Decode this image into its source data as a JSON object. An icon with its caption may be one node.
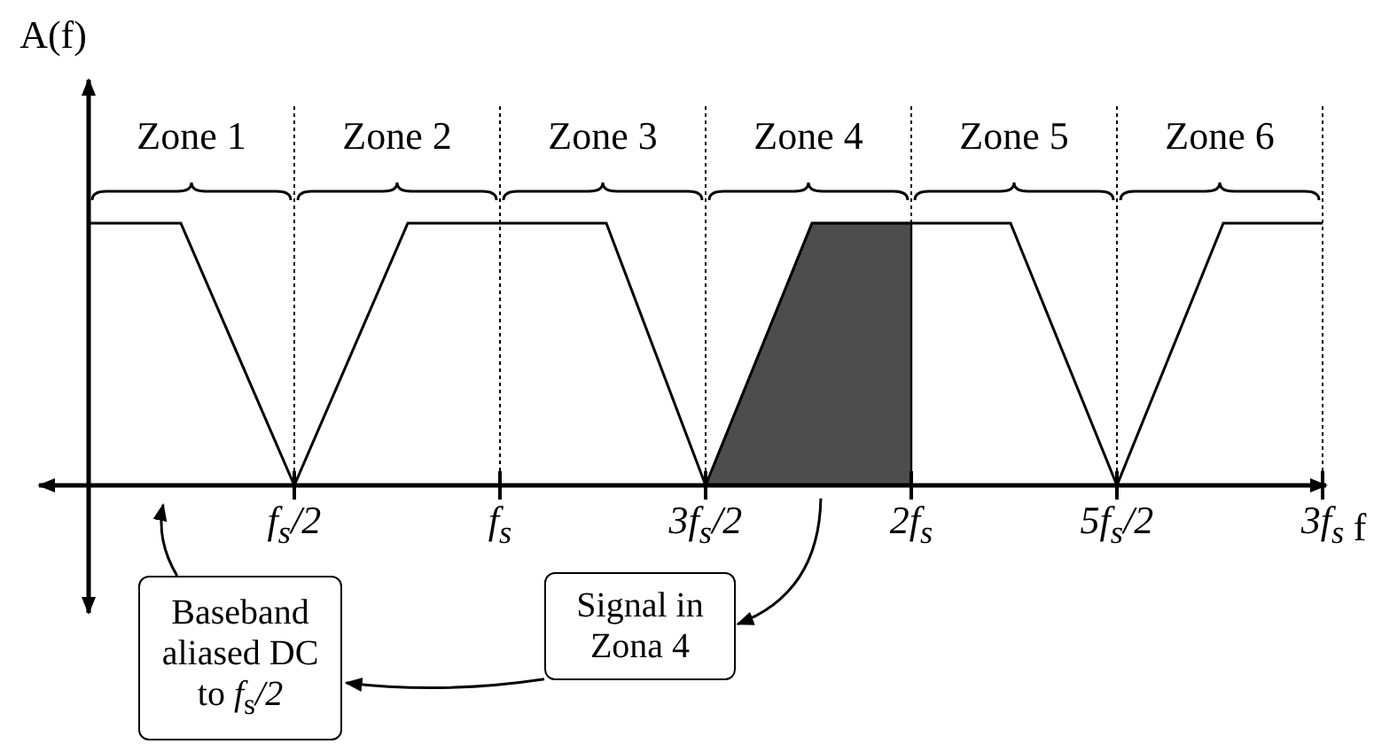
{
  "diagram": {
    "nodes": [
      {
        "text": [
          "Baseband aliased DC to *f*$_{s}$*/2*"
        ]
      },
      {
        "text": [
          "Signal in Zona 4"
        ]
      },
      {
        "text": [],
        "shape": "box"
      }
    ],
    "edges": [
      {
        "from": 2,
        "to": 1,
        "arrow": "to"
      },
      {
        "from": 1,
        "to": 0,
        "arrow": "to"
      },
      {
        "from": 0,
        "to": null,
        "arrow": "to"
      }
    ],
    "labels": [
      "A(f)",
      "Zone 1",
      "Zone 2",
      "Zone 3",
      "Zone 4",
      "Zone 5",
      "Zone 6",
      "f",
      "f$_{s}$/2",
      "f$_{s}$",
      "3f$_{s}$/2",
      "2f$_{s}$",
      "5f$_{s}$/2",
      "3f$_{s}$"
    ]
  }
}
